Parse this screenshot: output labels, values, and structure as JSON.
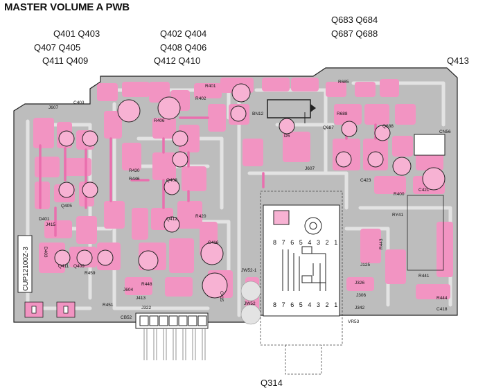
{
  "title": "MASTER VOLUME A PWB",
  "transistor_groups": [
    {
      "lines": [
        "Q401 Q403",
        "Q407 Q405",
        "Q411 Q409"
      ]
    },
    {
      "lines": [
        "Q402 Q404",
        "Q408 Q406",
        "Q412 Q410"
      ]
    },
    {
      "lines": [
        "Q683 Q684",
        "Q687 Q688"
      ]
    },
    {
      "lines": [
        "Q413"
      ]
    }
  ],
  "bottom_label": "Q314",
  "board_code": "CUP12100Z-3",
  "pin_numbers_top": [
    "8",
    "7",
    "6",
    "5",
    "4",
    "3",
    "2",
    "1"
  ],
  "pin_numbers_bottom": [
    "8",
    "7",
    "6",
    "5",
    "4",
    "3",
    "2",
    "1"
  ],
  "component_labels": {
    "j607_top": "J607",
    "c403": "C403",
    "j607_mid": "J607",
    "q405": "Q405",
    "r459": "R459",
    "r451": "R451",
    "d401": "D401",
    "j415": "J415",
    "d403": "D403",
    "q411": "Q411",
    "q409": "Q409",
    "j413": "J413",
    "j604": "J604",
    "j322": "J322",
    "cb52": "CB52",
    "r448": "R448",
    "r430": "R430",
    "r446": "R446",
    "r420": "R420",
    "q412": "Q412",
    "q408": "Q408",
    "r406": "R406",
    "r401": "R401",
    "r402": "R402",
    "c416": "C416",
    "c415": "C415",
    "d5": "D5",
    "bn12": "BN12",
    "jw52_1": "JW52-1",
    "jw52": "JW52",
    "q687": "Q687",
    "q688": "Q688",
    "r688": "R688",
    "r685": "R685",
    "c423": "C423",
    "cn56": "CN56",
    "r400": "R400",
    "c421": "C421",
    "ry41": "RY41",
    "r441": "R441",
    "r443": "R443",
    "j326": "J326",
    "j125": "J125",
    "j342": "J342",
    "j306": "J306",
    "c418": "C418",
    "r444": "R444",
    "vr53": "VR53"
  },
  "colors": {
    "board": "#bdbdbd",
    "pad": "#f294c2",
    "pad_dark": "#ea6fae",
    "trace_light": "#e3e3e3",
    "outline": "#222222"
  }
}
